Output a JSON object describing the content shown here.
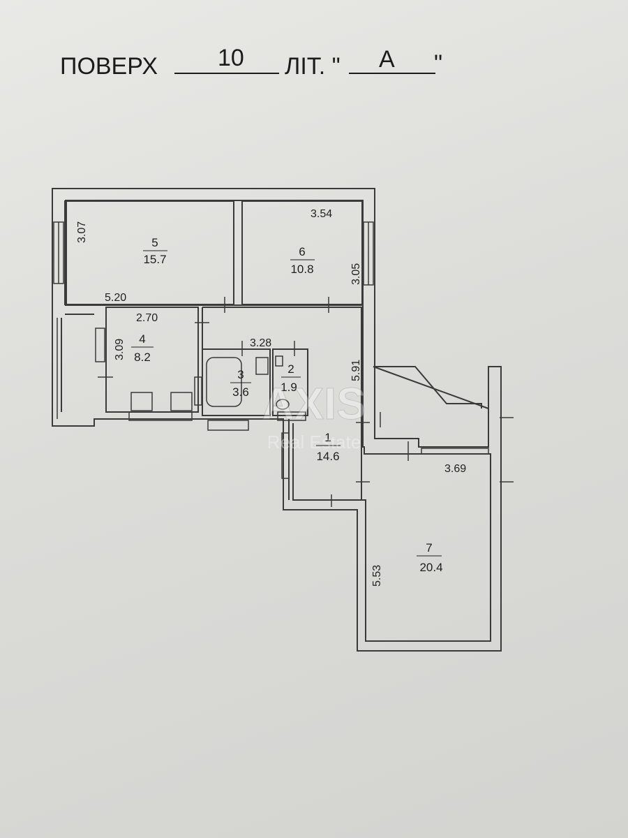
{
  "header": {
    "floor_label": "ПОВЕРХ",
    "floor_value": "10",
    "lit_label": "ЛІТ. \"",
    "lit_value": "А",
    "lit_close": "\""
  },
  "rooms": [
    {
      "number": "1",
      "area": "14.6"
    },
    {
      "number": "2",
      "area": "1.9"
    },
    {
      "number": "3",
      "area": "3.6"
    },
    {
      "number": "4",
      "area": "8.2"
    },
    {
      "number": "5",
      "area": "15.7"
    },
    {
      "number": "6",
      "area": "10.8"
    },
    {
      "number": "7",
      "area": "20.4"
    }
  ],
  "dimensions": {
    "room5_height": "3.07",
    "room5_width": "5.20",
    "room6_width": "3.54",
    "room6_height": "3.05",
    "room4_width": "2.70",
    "room4_height": "3.09",
    "bath_width": "3.28",
    "hall_length": "5.91",
    "room7_width": "3.69",
    "room7_height": "5.53"
  },
  "watermark": {
    "brand": "AXIS",
    "subtitle": "Real Estate"
  }
}
